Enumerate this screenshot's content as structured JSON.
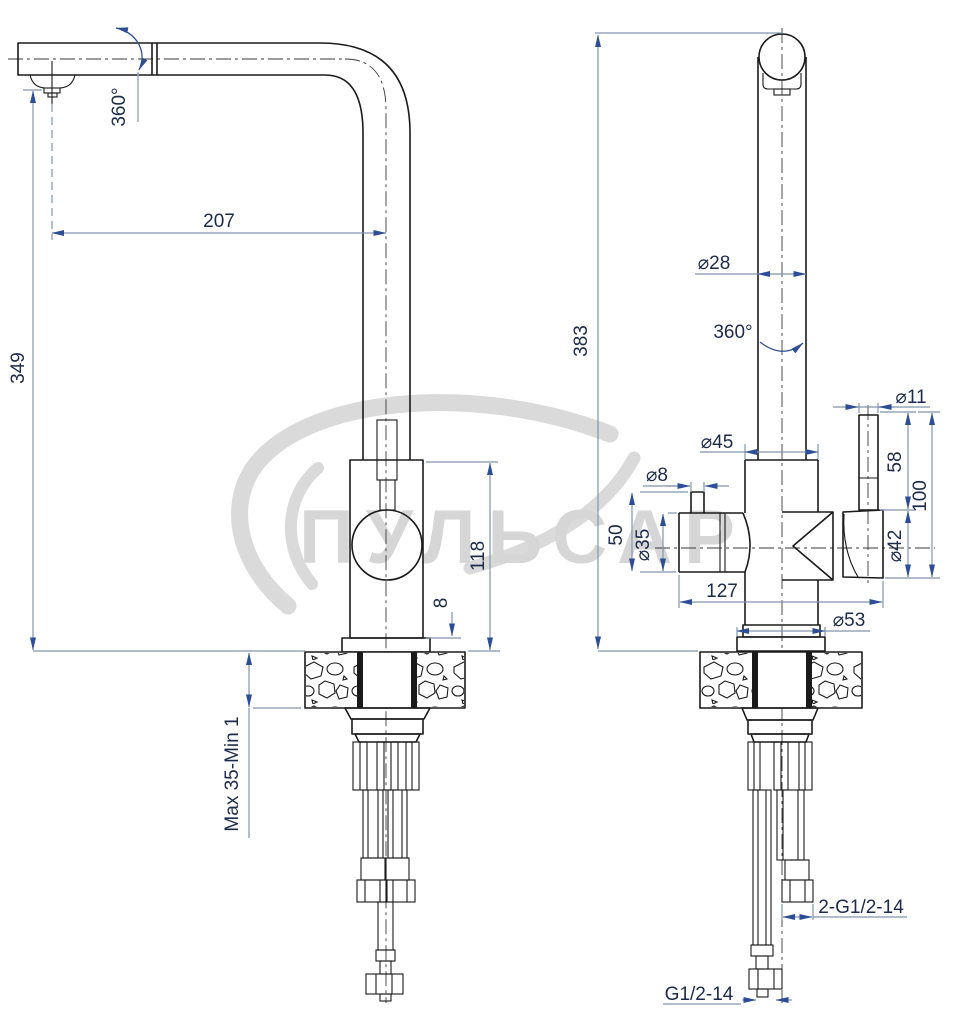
{
  "watermark": {
    "text": "ПУЛЬСАР"
  },
  "colors": {
    "outline": "#1a1a1a",
    "dim_line": "#8095ab",
    "dim_arrow": "#2d4e96",
    "dim_text": "#1c2b4a",
    "watermark": "#d6d6d6",
    "background": "#ffffff"
  },
  "side_view": {
    "swivel_angle": "360°",
    "spout_reach": "207",
    "spout_height": "349",
    "body_height": "118",
    "base_height": "8",
    "deck_thickness": "Max 35-Min 1"
  },
  "front_view": {
    "total_height": "383",
    "spout_diameter": "⌀28",
    "swivel_angle": "360°",
    "lever_diameter": "⌀11",
    "body_diameter": "⌀45",
    "lever_length": "58",
    "handle_height": "100",
    "spigot_diameter": "⌀8",
    "outlet_height": "50",
    "outlet_diameter": "⌀35",
    "handle_diameter": "⌀42",
    "body_width": "127",
    "base_diameter": "⌀53",
    "hoses_thread": "2-G1/2-14",
    "stud_thread": "G1/2-14"
  }
}
